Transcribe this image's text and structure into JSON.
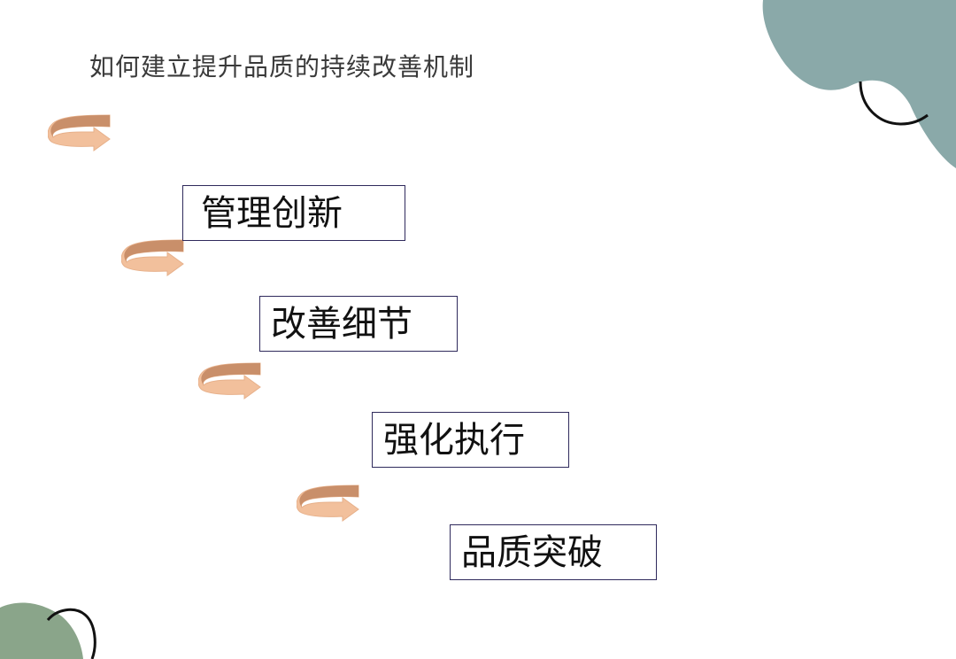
{
  "slide": {
    "title": "如何建立提升品质的持续改善机制",
    "steps": [
      {
        "label": "管理创新"
      },
      {
        "label": "改善细节"
      },
      {
        "label": "强化执行"
      },
      {
        "label": "品质突破"
      }
    ]
  },
  "colors": {
    "arrow_light": "#f2c09c",
    "arrow_dark": "#c98f6a",
    "box_border": "#2f2a5c",
    "blob_teal": "#8aa9a9",
    "blob_green": "#8aa58a",
    "outline": "#111111"
  },
  "icons": {
    "step_arrow": "curved-arrow-icon"
  }
}
